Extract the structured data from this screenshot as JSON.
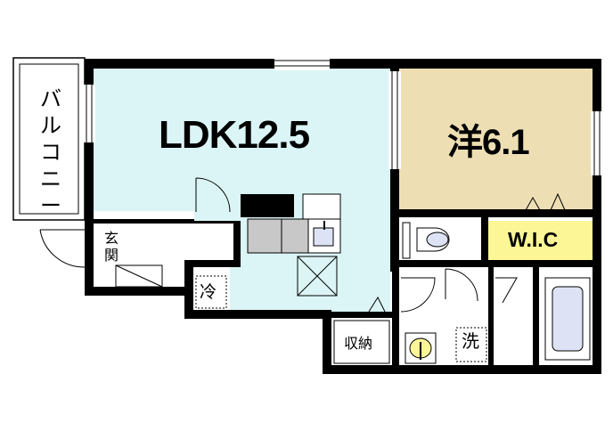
{
  "rooms": {
    "ldk": "LDK12.5",
    "western": "洋6.1",
    "wic": "W.I.C",
    "balcony": "バルコニー",
    "entrance": "玄関",
    "fridge": "冷",
    "storage": "収納",
    "washer": "洗"
  },
  "colors": {
    "ldk_fill": "#dbf5f6",
    "western_fill": "#eddfb3",
    "wic_fill": "#fcf697",
    "fixture_gray": "#c8c8c8",
    "bath_fill": "#dde3f5",
    "wall": "#000000"
  }
}
